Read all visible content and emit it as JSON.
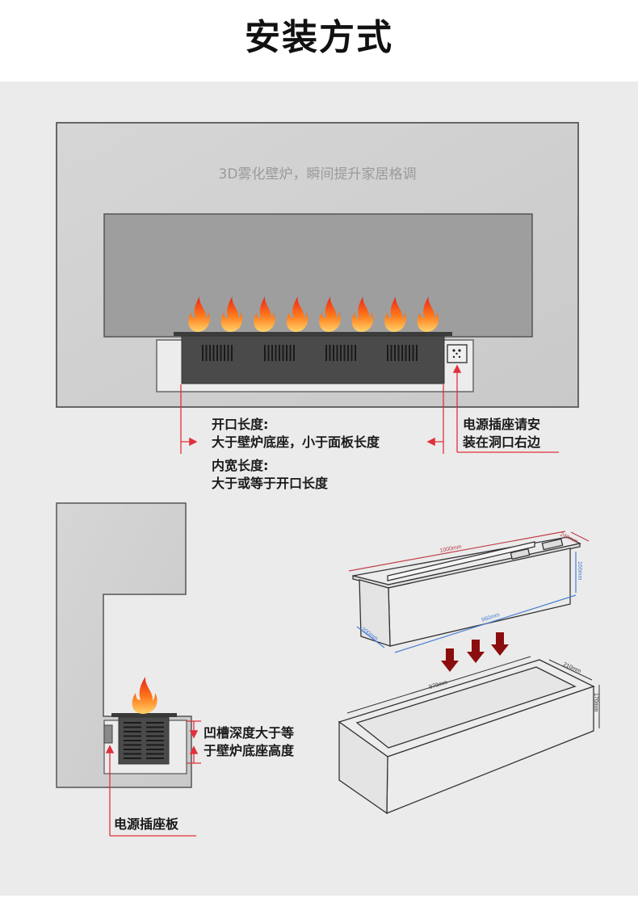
{
  "title": "安装方式",
  "front_view": {
    "tagline": "3D雾化壁炉，瞬间提升家居格调",
    "flame_count": 8,
    "opening_label": "开口长度:",
    "opening_desc": "大于壁炉底座，小于面板长度",
    "inner_label": "内宽长度:",
    "inner_desc": "大于或等于开口长度",
    "socket_line1": "电源插座请安",
    "socket_line2": "装在洞口右边"
  },
  "side_view": {
    "depth_line1": "凹槽深度大于等",
    "depth_line2": "于壁炉底座高度",
    "socket_board": "电源插座板"
  },
  "unit_dims": {
    "length": "1000mm",
    "width": "240mm",
    "height": "160mm",
    "body_length": "960mm",
    "body_width": "200mm"
  },
  "recess_dims": {
    "length": "970mm",
    "width": "210mm",
    "height": "170mm"
  },
  "colors": {
    "accent_red": "#e0303a",
    "arrow_dark_red": "#8b0d0d",
    "dim_blue": "#4a7fd4",
    "dim_red": "#c0404a"
  }
}
